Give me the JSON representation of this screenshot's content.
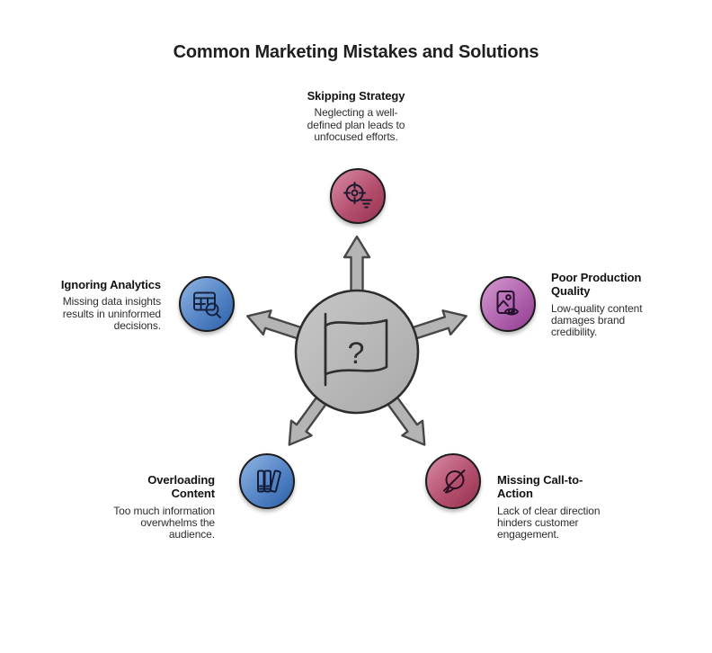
{
  "title": "Common Marketing Mistakes and Solutions",
  "center": {
    "icon": "question-flag-icon",
    "glyph": "?"
  },
  "colors": {
    "rose_light": "#d98ca6",
    "rose_dark": "#97304f",
    "purple_light": "#d49ad0",
    "purple_dark": "#8f3c90",
    "blue_light": "#8fb4e3",
    "blue_dark": "#2c5fa9",
    "hub_gray": "#b9b9b9",
    "outline": "#1c1c1c"
  },
  "nodes": [
    {
      "id": "skipping-strategy",
      "heading": "Skipping Strategy",
      "description": "Neglecting a well-defined plan leads to unfocused efforts.",
      "icon": "target-funnel-icon",
      "color": "rose"
    },
    {
      "id": "poor-production-quality",
      "heading": "Poor Production Quality",
      "description": "Low-quality content damages brand credibility.",
      "icon": "image-eye-slash-icon",
      "color": "purple"
    },
    {
      "id": "missing-call-to-action",
      "heading": "Missing Call-to-Action",
      "description": "Lack of clear direction hinders customer engagement.",
      "icon": "chat-bubble-slash-icon",
      "color": "rose"
    },
    {
      "id": "overloading-content",
      "heading": "Overloading Content",
      "description": "Too much information overwhelms the audience.",
      "icon": "books-icon",
      "color": "blue"
    },
    {
      "id": "ignoring-analytics",
      "heading": "Ignoring Analytics",
      "description": "Missing data insights results in uninformed decisions.",
      "icon": "table-search-icon",
      "color": "blue"
    }
  ]
}
